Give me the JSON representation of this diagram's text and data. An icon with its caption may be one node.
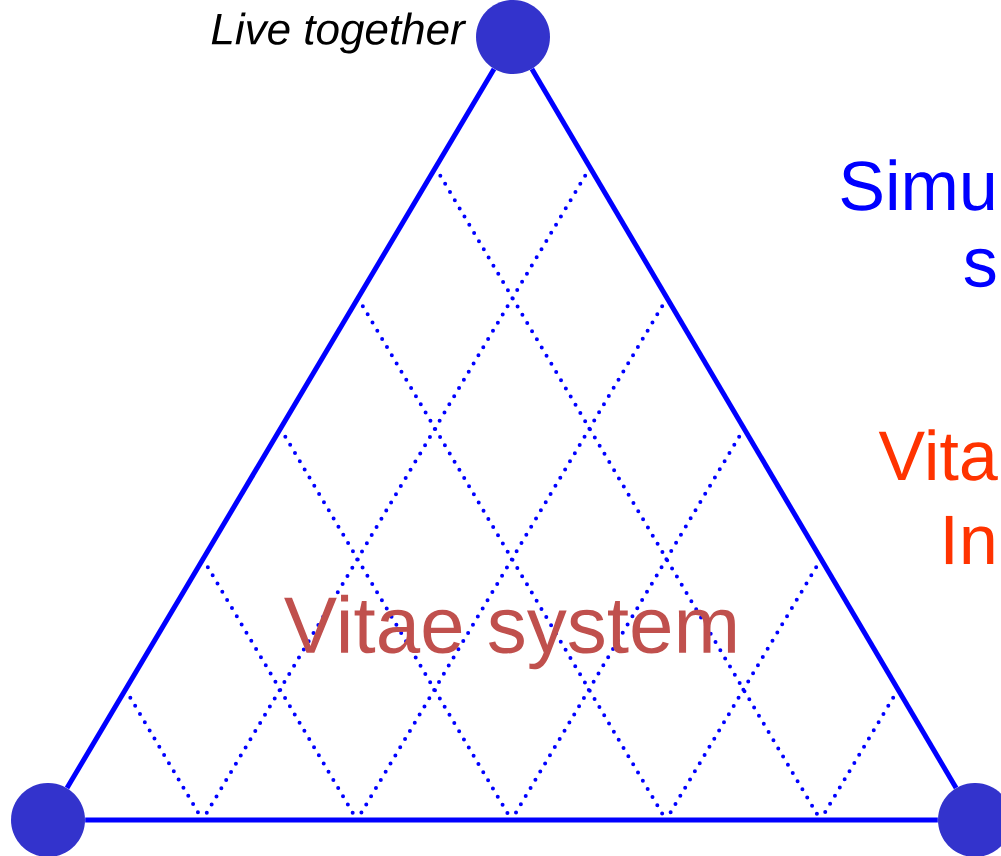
{
  "diagram": {
    "nodes": [
      {
        "text": [],
        "shape": "circle",
        "beside": [
          "Live together"
        ]
      },
      {
        "text": [],
        "shape": "circle"
      },
      {
        "text": [],
        "shape": "circle"
      }
    ],
    "edges": [
      {
        "from": 0,
        "to": 1,
        "arrow": "none"
      },
      {
        "from": 1,
        "to": 2,
        "arrow": "none"
      },
      {
        "from": 0,
        "to": 2,
        "arrow": "none"
      }
    ],
    "labels": [
      "Simu",
      "s",
      "Vita",
      "In",
      "Vitae system"
    ]
  }
}
